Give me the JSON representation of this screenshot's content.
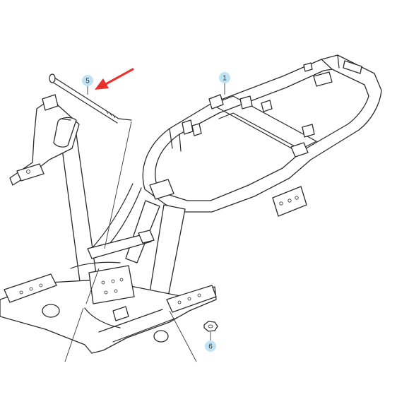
{
  "diagram": {
    "colors": {
      "bubble": "#bfe3f2",
      "number": "#333333",
      "arrow": "#e8322b",
      "line": "#2b2b2b"
    },
    "callouts": [
      {
        "id": "part-1",
        "label": "1"
      },
      {
        "id": "part-5",
        "label": "5"
      },
      {
        "id": "part-6",
        "label": "6"
      }
    ],
    "arrow_icon": "red-pointer-arrow"
  }
}
